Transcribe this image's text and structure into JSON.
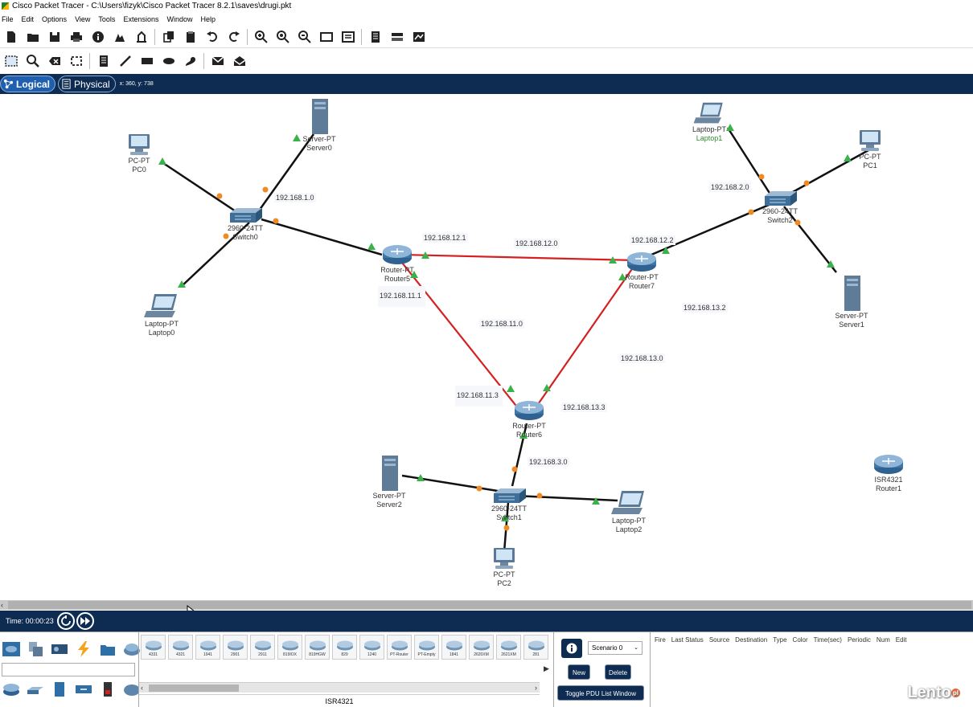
{
  "window": {
    "title": "Cisco Packet Tracer - C:\\Users\\fizyk\\Cisco Packet Tracer 8.2.1\\saves\\drugi.pkt"
  },
  "menu": [
    "File",
    "Edit",
    "Options",
    "View",
    "Tools",
    "Extensions",
    "Window",
    "Help"
  ],
  "modes": {
    "logical": "Logical",
    "physical": "Physical",
    "coords": "x: 360, y: 738"
  },
  "devices": {
    "pc0": {
      "type": "PC-PT",
      "name": "PC0"
    },
    "server0": {
      "type": "Server-PT",
      "name": "Server0"
    },
    "switch0": {
      "type": "2960-24TT",
      "name": "Switch0"
    },
    "laptop0": {
      "type": "Laptop-PT",
      "name": "Laptop0"
    },
    "router5": {
      "type": "Router-PT",
      "name": "Router5"
    },
    "router7": {
      "type": "Router-PT",
      "name": "Router7"
    },
    "router6": {
      "type": "Router-PT",
      "name": "Router6"
    },
    "laptop1": {
      "type": "Laptop-PT",
      "name": "Laptop1"
    },
    "pc1": {
      "type": "PC-PT",
      "name": "PC1"
    },
    "switch2": {
      "type": "2960-24TT",
      "name": "Switch2"
    },
    "server1": {
      "type": "Server-PT",
      "name": "Server1"
    },
    "server2": {
      "type": "Server-PT",
      "name": "Server2"
    },
    "switch1": {
      "type": "2960-24TT",
      "name": "Switch1"
    },
    "laptop2": {
      "type": "Laptop-PT",
      "name": "Laptop2"
    },
    "pc2": {
      "type": "PC-PT",
      "name": "PC2"
    },
    "router1": {
      "type": "ISR4321",
      "name": "Router1"
    }
  },
  "net_labels": {
    "n1": "192.168.1.0",
    "n12_1": "192.168.12.1",
    "n12_0": "192.168.12.0",
    "n12_2": "192.168.12.2",
    "n2": "192.168.2.0",
    "n11_1": "192.168.11.1",
    "n11_0": "192.168.11.0",
    "n13_2": "192.168.13.2",
    "n13_0": "192.168.13.0",
    "n11_3": "192.168.11.3",
    "n13_3": "192.168.13.3",
    "n3": "192.168.3.0"
  },
  "colors": {
    "navy": "#0e2b52",
    "serial_link": "#d42020",
    "ethernet_link": "#111111",
    "port_up": "#3ab24a",
    "port_orange": "#f08a24"
  },
  "sim": {
    "time": "Time: 00:00:23"
  },
  "device_list": [
    "4331",
    "4321",
    "1941",
    "2901",
    "2911",
    "819IOX",
    "819HGW",
    "829",
    "1240",
    "PT-Router",
    "PT-Empty",
    "1841",
    "2620XM",
    "2621XM",
    "281"
  ],
  "selected_device": "ISR4321",
  "scenario": {
    "value": "Scenario 0",
    "new": "New",
    "delete": "Delete",
    "toggle": "Toggle PDU List Window"
  },
  "pdu_columns": [
    "Fire",
    "Last Status",
    "Source",
    "Destination",
    "Type",
    "Color",
    "Time(sec)",
    "Periodic",
    "Num",
    "Edit"
  ],
  "watermark": "Lento",
  "watermark_suffix": "pl"
}
